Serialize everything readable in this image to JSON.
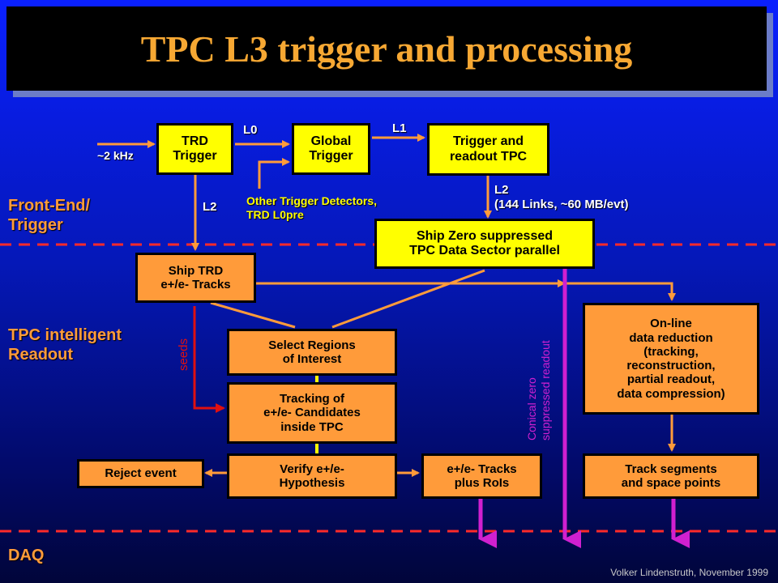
{
  "title": "TPC L3 trigger and processing",
  "sections": {
    "front_end": "Front-End/\nTrigger",
    "tpc_readout": "TPC intelligent\nReadout",
    "daq": "DAQ"
  },
  "boxes": {
    "trd_trigger": "TRD\nTrigger",
    "global_trigger": "Global\nTrigger",
    "trigger_readout_tpc": "Trigger and\nreadout TPC",
    "ship_zero": "Ship Zero suppressed\nTPC Data Sector parallel",
    "ship_trd": "Ship TRD\ne+/e- Tracks",
    "select_regions": "Select Regions\nof Interest",
    "tracking": "Tracking of\ne+/e- Candidates\ninside TPC",
    "verify": "Verify e+/e-\nHypothesis",
    "reject": "Reject event",
    "tracks_rois": "e+/e- Tracks\nplus RoIs",
    "online": "On-line\ndata reduction\n(tracking,\nreconstruction,\npartial readout,\ndata compression)",
    "track_segments": "Track segments\nand space points"
  },
  "labels": {
    "khz": "~2 kHz",
    "l0": "L0",
    "l1": "L1",
    "l2_left": "L2",
    "l2_right": "L2\n(144 Links, ~60 MB/evt)",
    "other_triggers": "Other Trigger Detectors,\nTRD L0pre",
    "seeds": "seeds",
    "conical": "Conical zero\nsuppressed readout"
  },
  "footer": "Volker Lindenstruth, November 1999",
  "colors": {
    "box_yellow": "#ffff00",
    "box_orange": "#ff9b3a",
    "title_text": "#f7a833",
    "separator": "#ff2a2a",
    "arrow_orange": "#ff9b3a",
    "arrow_magenta": "#d020d0",
    "seeds_red": "#e01010"
  }
}
